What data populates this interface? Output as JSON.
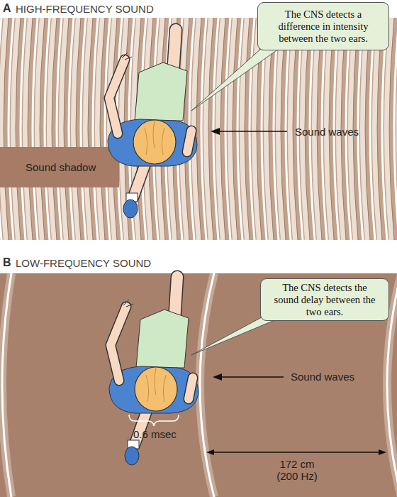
{
  "diagram": {
    "nodes": [
      {
        "text": [
          "A",
          "HIGH-FREQUENCY SOUND"
        ]
      },
      {
        "text": [
          "The CNS detects a difference in intensity between the two ears."
        ],
        "in": 0
      },
      {
        "text": [
          "Sound shadow"
        ],
        "in": 0
      },
      {
        "text": [
          "B",
          "LOW-FREQUENCY SOUND"
        ]
      },
      {
        "text": [
          "The CNS detects the sound delay between the two ears."
        ],
        "in": 3
      }
    ],
    "labels": [
      "Sound waves",
      "Sound waves",
      "0.6 msec",
      "172 cm (200 Hz)"
    ]
  }
}
